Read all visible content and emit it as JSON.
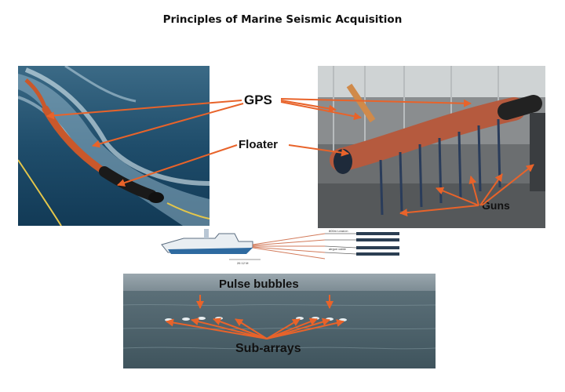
{
  "title": "Principles of Marine Seismic Acquisition",
  "labels": {
    "gps": "GPS",
    "floater": "Floater",
    "guns": "Guns",
    "pulse_bubbles": "Pulse bubbles",
    "sub_arrays": "Sub-arrays"
  },
  "ship_diagram": {
    "lead_in": "800m Lead-in",
    "gun_cable": "airgun cable",
    "dimension": "26 12 M"
  },
  "colors": {
    "arrow": "#e8632a",
    "sea": "#1f4f6e",
    "streamer": "#d86a3a"
  }
}
